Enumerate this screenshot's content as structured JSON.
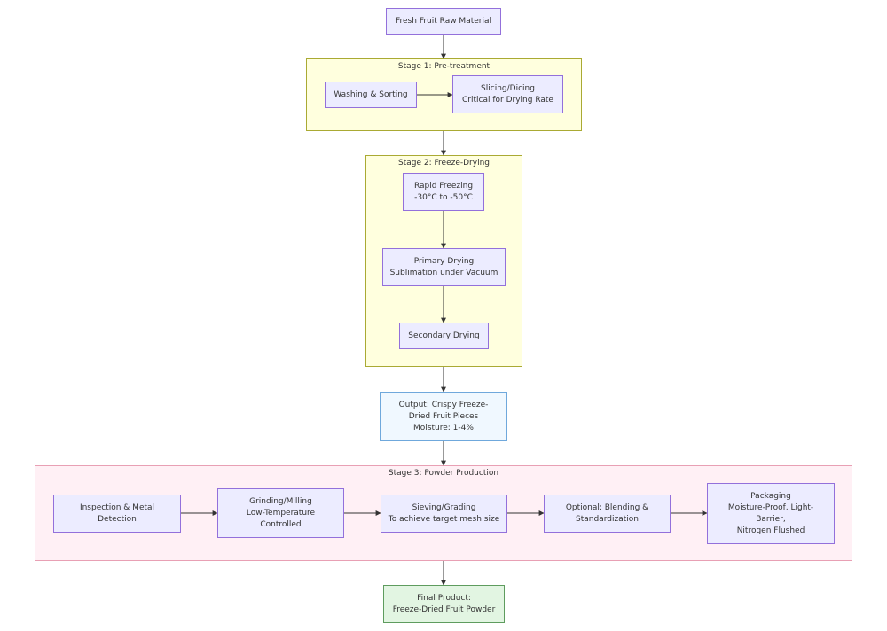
{
  "clusters": {
    "stage1": "Stage 1: Pre-treatment",
    "stage2": "Stage 2: Freeze-Drying",
    "stage3": "Stage 3: Powder Production"
  },
  "nodes": {
    "raw_material": [
      "Fresh Fruit Raw Material"
    ],
    "washing": [
      "Washing & Sorting"
    ],
    "slicing": [
      "Slicing/Dicing",
      "Critical for Drying Rate"
    ],
    "freezing": [
      "Rapid Freezing",
      "-30°C to -50°C"
    ],
    "primary_drying": [
      "Primary Drying",
      "Sublimation under Vacuum"
    ],
    "secondary_drying": [
      "Secondary Drying"
    ],
    "output": [
      "Output: Crispy Freeze-",
      "Dried Fruit Pieces",
      "Moisture: 1-4%"
    ],
    "inspection": [
      "Inspection & Metal",
      "Detection"
    ],
    "grinding": [
      "Grinding/Milling",
      "Low-Temperature",
      "Controlled"
    ],
    "sieving": [
      "Sieving/Grading",
      "To achieve target mesh size"
    ],
    "blending": [
      "Optional: Blending &",
      "Standardization"
    ],
    "packaging": [
      "Packaging",
      "Moisture-Proof, Light-",
      "Barrier,",
      "Nitrogen Flushed"
    ],
    "final": [
      "Final Product:",
      "Freeze-Dried Fruit Powder"
    ]
  },
  "colors": {
    "node_fill": "#ececff",
    "node_border": "#9370db",
    "cluster_fill": "#ffffde",
    "cluster_border": "#aaaa33",
    "stage3_fill": "#fff0f5",
    "output_fill": "#f0f8ff",
    "final_fill": "#e2f5e2",
    "edge": "#333333"
  }
}
